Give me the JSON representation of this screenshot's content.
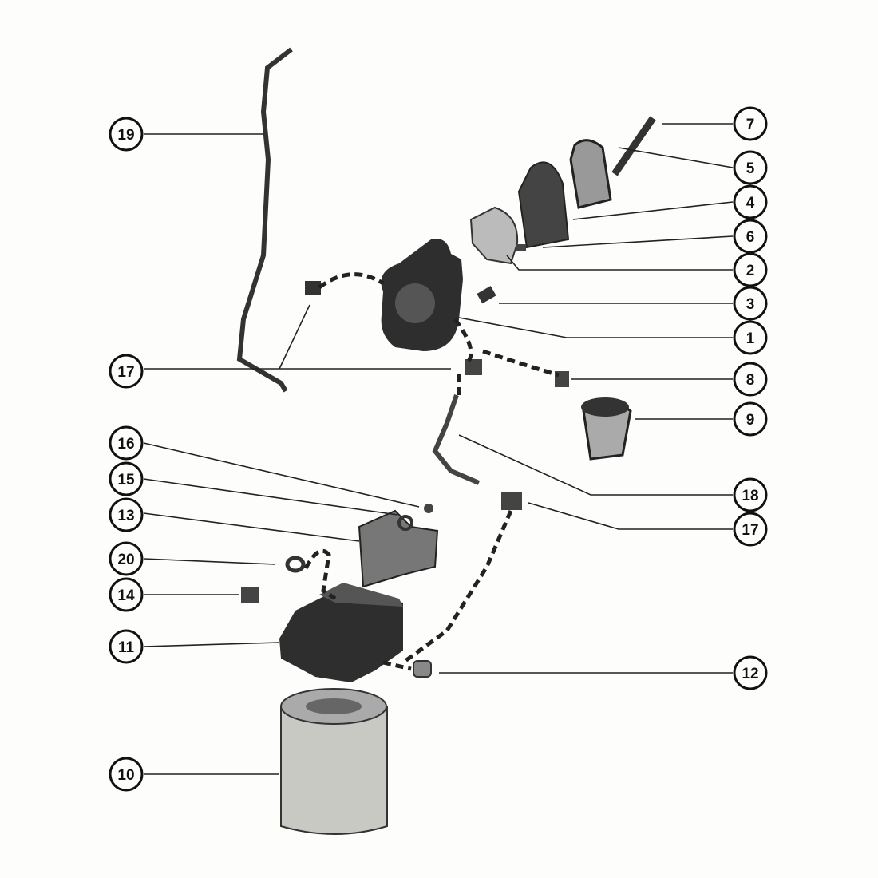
{
  "diagram": {
    "type": "exploded-parts-view",
    "colors": {
      "ink": "#1a1a1a",
      "part_fill": "#3a3a3a",
      "paper": "#fdfdfb",
      "gray": "#8a8a8a"
    },
    "callouts": [
      {
        "id": "c19",
        "label": "19"
      },
      {
        "id": "c17a",
        "label": "17"
      },
      {
        "id": "c16",
        "label": "16"
      },
      {
        "id": "c15",
        "label": "15"
      },
      {
        "id": "c13",
        "label": "13"
      },
      {
        "id": "c20",
        "label": "20"
      },
      {
        "id": "c14",
        "label": "14"
      },
      {
        "id": "c11",
        "label": "11"
      },
      {
        "id": "c10",
        "label": "10"
      },
      {
        "id": "c7",
        "label": "7"
      },
      {
        "id": "c5",
        "label": "5"
      },
      {
        "id": "c4",
        "label": "4"
      },
      {
        "id": "c6",
        "label": "6"
      },
      {
        "id": "c2",
        "label": "2"
      },
      {
        "id": "c3",
        "label": "3"
      },
      {
        "id": "c1",
        "label": "1"
      },
      {
        "id": "c8",
        "label": "8"
      },
      {
        "id": "c9",
        "label": "9"
      },
      {
        "id": "c18",
        "label": "18"
      },
      {
        "id": "c17b",
        "label": "17"
      },
      {
        "id": "c12",
        "label": "12"
      }
    ]
  }
}
